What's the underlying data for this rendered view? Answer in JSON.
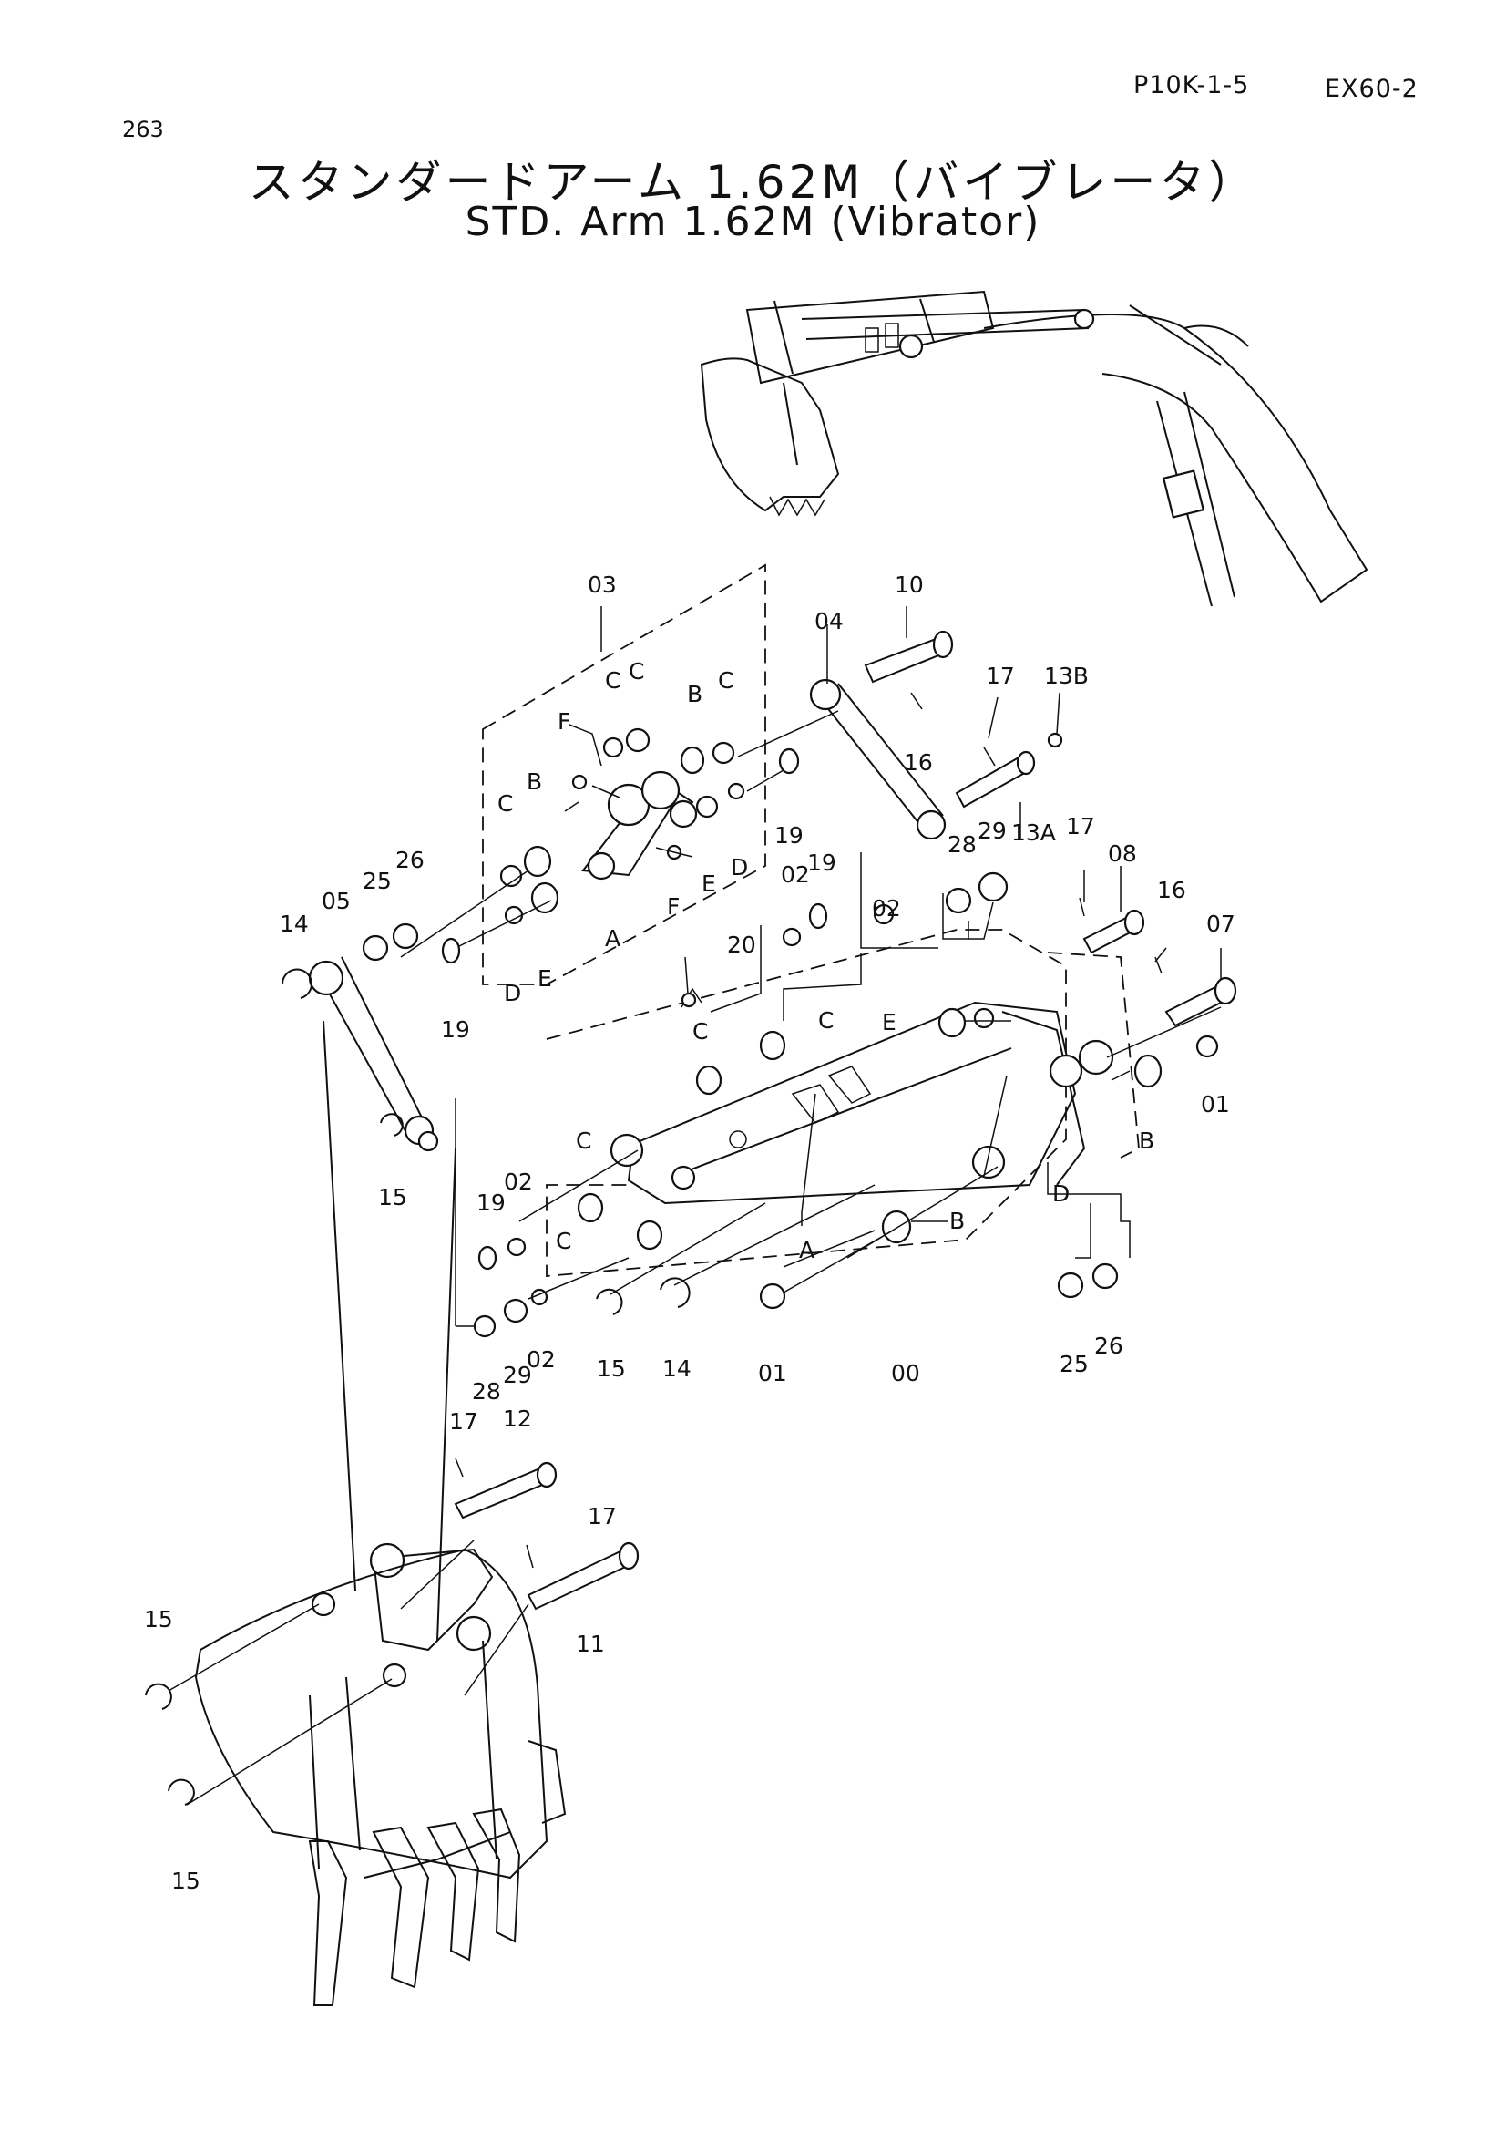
{
  "header": {
    "page_code": "P10K-1-5",
    "model": "EX60-2",
    "page_number": "263"
  },
  "title": {
    "japanese": "スタンダードアーム 1.62M（バイブレータ）",
    "english": "STD. Arm 1.62M (Vibrator)"
  },
  "callouts": {
    "c03": "03",
    "c04": "04",
    "c10": "10",
    "c17a": "17",
    "c13b": "13B",
    "cC1": "C",
    "cC2": "C",
    "cB1": "B",
    "cC3": "C",
    "cF1": "F",
    "cB2": "B",
    "cC4": "C",
    "c16a": "16",
    "c13a": "13A",
    "c25a": "25",
    "c26a": "26",
    "cE1": "E",
    "cD1": "D",
    "c19a": "19",
    "cF2": "F",
    "cA1": "A",
    "c14a": "14",
    "c05": "05",
    "cD2": "D",
    "cE2": "E",
    "c19b": "19",
    "c02a": "02",
    "c19c": "19",
    "c02b": "02",
    "c28a": "28",
    "c29a": "29",
    "c17b": "17",
    "c08": "08",
    "c16b": "16",
    "c07": "07",
    "c20": "20",
    "cC5": "C",
    "cC6": "C",
    "cE3": "E",
    "c01a": "01",
    "cB3": "B",
    "c15a": "15",
    "cC7": "C",
    "c19d": "19",
    "c02c": "02",
    "cC8": "C",
    "cA2": "A",
    "cD3": "D",
    "cB4": "B",
    "c15b": "15",
    "c14b": "14",
    "c01b": "01",
    "c00": "00",
    "c25b": "25",
    "c26b": "26",
    "c28b": "28",
    "c29b": "29",
    "c02d": "02",
    "c17c": "17",
    "c12": "12",
    "c17d": "17",
    "c11": "11",
    "c15c": "15",
    "c15d": "15"
  }
}
